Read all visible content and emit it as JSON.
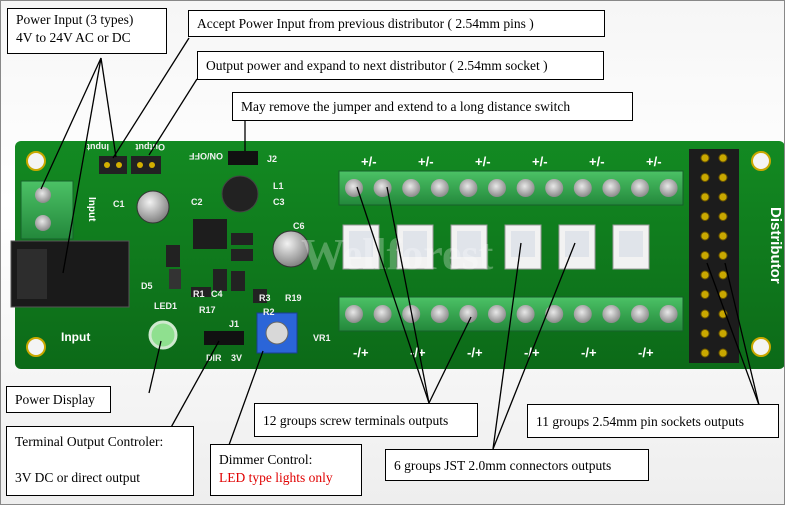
{
  "callouts": {
    "power_input": {
      "line1": "Power Input (3 types)",
      "line2": "4V to 24V AC or DC"
    },
    "accept_power": "Accept Power Input from previous distributor ( 2.54mm pins )",
    "output_power": "Output power and expand to next distributor ( 2.54mm socket )",
    "jumper": "May remove the jumper and extend to a long distance switch",
    "power_display": "Power Display",
    "terminal_controller": {
      "line1": "Terminal Output Controler:",
      "line2": "3V DC or direct output"
    },
    "dimmer": {
      "line1": "Dimmer Control:",
      "line2": "LED type lights only"
    },
    "screw_terminals": "12 groups screw terminals outputs",
    "jst": "6 groups JST 2.0mm connectors outputs",
    "pin_sockets": "11 groups 2.54mm pin sockets outputs"
  },
  "board": {
    "label_input": "Input",
    "label_input_rot": "Input",
    "label_output_hdr": "Output",
    "label_input_hdr": "Input",
    "label_on_off": "ON/OFF",
    "label_j2": "J2",
    "label_j1": "J1",
    "label_l1": "L1",
    "label_c1": "C1",
    "label_c2": "C2",
    "label_c3": "C3",
    "label_c6": "C6",
    "label_r1": "R1",
    "label_c4": "C4",
    "label_r17": "R17",
    "label_r2": "R2",
    "label_r3": "R3",
    "label_r19": "R19",
    "label_d5": "D5",
    "label_led1": "LED1",
    "label_vr1": "VR1",
    "label_dir": "DIR",
    "label_3v": "3V",
    "label_distributor": "Distributor",
    "pm_top": "+/-",
    "pm_bottom": "-/+",
    "watermark": "Wellforest"
  },
  "colors": {
    "pcb": "#0f7a1c",
    "terminal": "#2fa84a",
    "label_red": "#e00000"
  }
}
